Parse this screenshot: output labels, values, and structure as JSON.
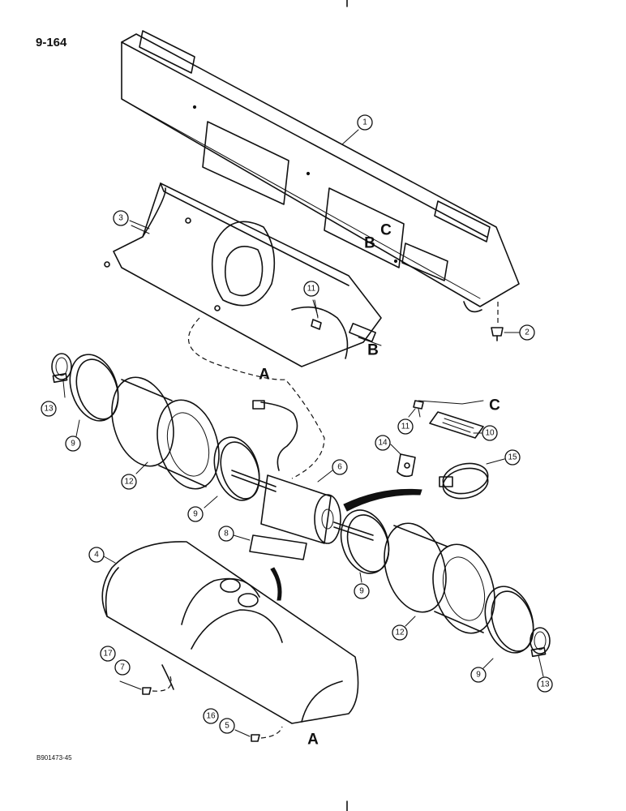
{
  "page_number": "9-164",
  "figure_code": "B901473-45",
  "callouts": {
    "c1": "1",
    "c2": "2",
    "c3": "3",
    "c4": "4",
    "c5": "5",
    "c6": "6",
    "c7": "7",
    "c8": "8",
    "c9a": "9",
    "c9b": "9",
    "c9c": "9",
    "c9d": "9",
    "c10": "10",
    "c11a": "11",
    "c11b": "11",
    "c12a": "12",
    "c12b": "12",
    "c13a": "13",
    "c13b": "13",
    "c14": "14",
    "c15": "15",
    "c16": "16",
    "c17": "17"
  },
  "letters": {
    "A1": "A",
    "A2": "A",
    "B1": "B",
    "B2": "B",
    "C1": "C",
    "C2": "C"
  }
}
